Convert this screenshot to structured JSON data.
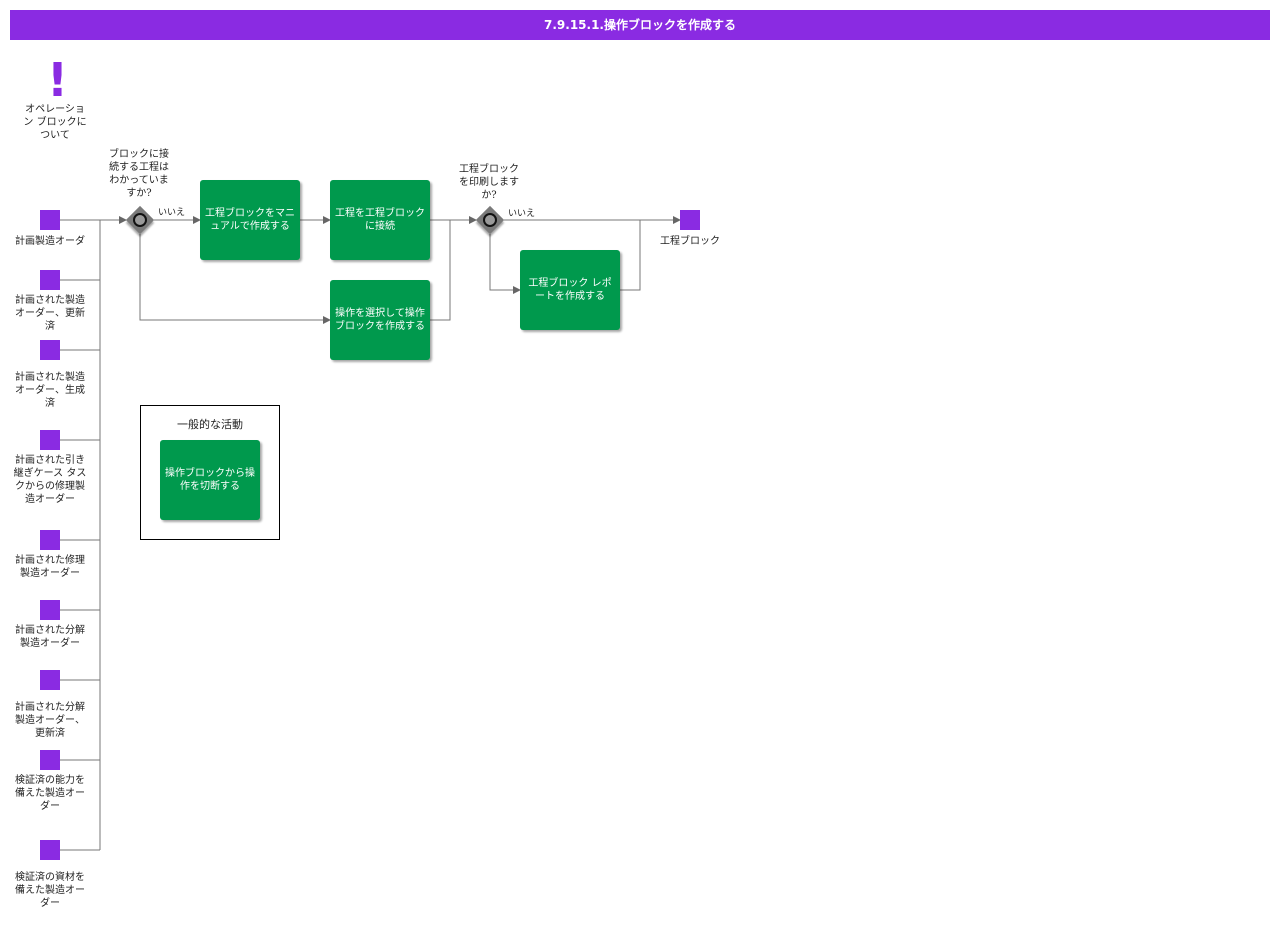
{
  "title": "7.9.15.1.操作ブロックを作成する",
  "annotation": {
    "icon": "exclamation-icon",
    "glyph": "!",
    "label": "オペレーション ブロックについて"
  },
  "inputs": [
    "計画製造オーダ",
    "計画された製造オーダー、更新済",
    "計画された製造オーダー、生成済",
    "計画された引き 継ぎケース タス クからの修理製 造オーダー",
    "計画された修理製造オーダー",
    "計画された分解製造オーダー",
    "計画された分解製造オーダー、更新済",
    "検証済の能力を備えた製造オーダー",
    "検証済の資材を備えた製造オーダー"
  ],
  "gateways": {
    "g1": "ブロックに接続する工程はわかっていますか?",
    "g2": "工程ブロックを印刷しますか?"
  },
  "flow_labels": {
    "no1": "いいえ",
    "no2": "いいえ"
  },
  "tasks": {
    "manual": "工程ブロックをマニュアルで作成する",
    "connect": "工程を工程ブロックに接続",
    "select": "操作を選択して操作ブロックを作成する",
    "report": "工程ブロック レポートを作成する",
    "disconnect": "操作ブロックから操作を切断する"
  },
  "output": "工程ブロック",
  "group_title": "一般的な活動",
  "colors": {
    "header": "#8a2be2",
    "task": "#00994d",
    "data": "#8a2be2",
    "gateway": "#7a7a7a"
  }
}
